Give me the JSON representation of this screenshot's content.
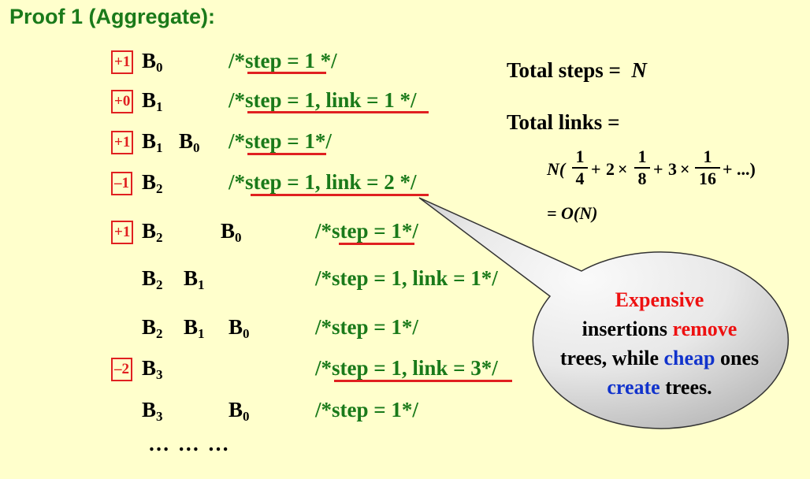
{
  "title": "Proof 1 (Aggregate):",
  "rows": [
    {
      "badge": "+1",
      "trees": [
        {
          "b": "B",
          "s": "0"
        }
      ],
      "comment": "/*step = 1 */"
    },
    {
      "badge": "+0",
      "trees": [
        {
          "b": "B",
          "s": "1"
        }
      ],
      "comment": "/*step = 1, link = 1 */"
    },
    {
      "badge": "+1",
      "trees": [
        {
          "b": "B",
          "s": "1"
        },
        {
          "b": "B",
          "s": "0"
        }
      ],
      "comment": "/*step = 1*/"
    },
    {
      "badge": "–1",
      "trees": [
        {
          "b": "B",
          "s": "2"
        }
      ],
      "comment": "/*step = 1, link = 2 */"
    },
    {
      "badge": "+1",
      "trees": [
        {
          "b": "B",
          "s": "2"
        },
        {
          "b": "B",
          "s": "0"
        }
      ],
      "comment": "/*step = 1*/"
    },
    {
      "badge": "",
      "trees": [
        {
          "b": "B",
          "s": "2"
        },
        {
          "b": "B",
          "s": "1"
        }
      ],
      "comment": "/*step = 1, link = 1*/"
    },
    {
      "badge": "",
      "trees": [
        {
          "b": "B",
          "s": "2"
        },
        {
          "b": "B",
          "s": "1"
        },
        {
          "b": "B",
          "s": "0"
        }
      ],
      "comment": "/*step = 1*/"
    },
    {
      "badge": "–2",
      "trees": [
        {
          "b": "B",
          "s": "3"
        }
      ],
      "comment": "/*step = 1, link = 3*/"
    },
    {
      "badge": "",
      "trees": [
        {
          "b": "B",
          "s": "3"
        },
        {
          "b": "B",
          "s": "0"
        }
      ],
      "comment": "/*step = 1*/"
    }
  ],
  "ellipsis": "… … …",
  "total_steps_label": "Total steps =",
  "total_steps_value": "N",
  "total_links_label": "Total links =",
  "formula": {
    "prefix": "N(",
    "fracs": [
      {
        "num": "1",
        "den": "4"
      },
      {
        "num": "1",
        "den": "8"
      },
      {
        "num": "1",
        "den": "16"
      }
    ],
    "plus": "+",
    "coef2": "2",
    "coef3": "3",
    "times": "×",
    "tail": "+ ...)",
    "result": "= O(N)"
  },
  "callout": {
    "w1": "Expensive",
    "w2": "insertions",
    "w3": "remove",
    "w4": "trees, while",
    "w5": "cheap",
    "w6": "ones",
    "w7": "create",
    "w8": "trees."
  },
  "colors": {
    "green": "#1a7a1a",
    "red": "#e02020",
    "blue": "#1133cc",
    "background": "#ffffcc"
  }
}
